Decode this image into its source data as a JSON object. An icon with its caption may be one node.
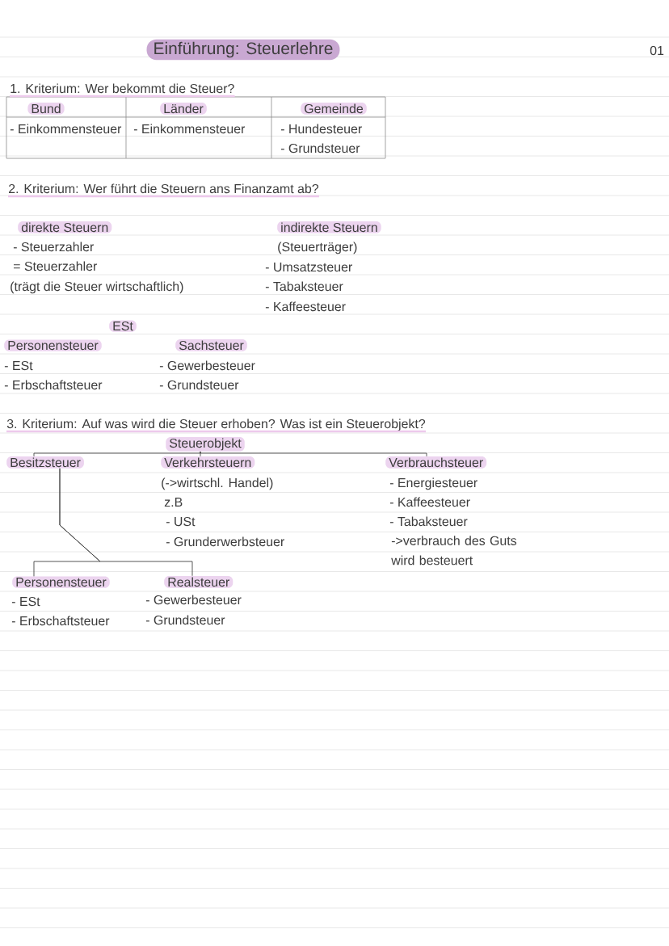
{
  "diagram": {
    "title": "Einführung: Steuerlehre",
    "nodes": [
      {
        "text": [
          "Bund"
        ]
      },
      {
        "text": [
          "Länder"
        ]
      },
      {
        "text": [
          "Gemeinde"
        ]
      },
      {
        "text": [
          "direkte Steuern"
        ],
        "beside": [
          "- Steuerzahler",
          "= Steuerzahler",
          "(trägt die Steuer wirtschaftlich)"
        ]
      },
      {
        "text": [
          "indirekte Steuern"
        ],
        "beside": [
          "(Steuerträger)",
          "- Umsatzsteuer",
          "- Tabaksteuer",
          "- Kaffeesteuer"
        ]
      },
      {
        "text": [
          "ESt"
        ]
      },
      {
        "text": [
          "Personensteuer"
        ],
        "beside": [
          "- ESt",
          "- Erbschaftsteuer"
        ]
      },
      {
        "text": [
          "Sachsteuer"
        ],
        "beside": [
          "- Gewerbesteuer",
          "- Grundsteuer"
        ]
      },
      {
        "text": [
          "Steuerobjekt"
        ]
      },
      {
        "text": [
          "Besitzsteuer"
        ]
      },
      {
        "text": [
          "Verkehrsteuern"
        ],
        "beside": [
          "(->wirtschl. Handel)",
          "z.B",
          "- USt",
          "- Grunderwerbsteuer"
        ]
      },
      {
        "text": [
          "Verbrauchsteuer"
        ],
        "beside": [
          "- Energiesteuer",
          "- Kaffeesteuer",
          "- Tabaksteuer",
          "->verbrauch des Guts wird besteuert"
        ]
      },
      {
        "text": [
          "Personensteuer"
        ],
        "beside": [
          "- ESt",
          "- Erbschaftsteuer"
        ]
      },
      {
        "text": [
          "Realsteuer"
        ],
        "beside": [
          "- Gewerbesteuer",
          "- Grundsteuer"
        ]
      }
    ],
    "edges": [
      {
        "from": 8,
        "to": 9,
        "arrow": "none"
      },
      {
        "from": 8,
        "to": 10,
        "arrow": "none"
      },
      {
        "from": 8,
        "to": 11,
        "arrow": "none"
      },
      {
        "from": 9,
        "to": 12,
        "arrow": "none"
      },
      {
        "from": 9,
        "to": 13,
        "arrow": "none"
      }
    ],
    "labels": [
      "01",
      "1. Kriterium: Wer bekommt die Steuer?",
      "- Einkommensteuer",
      "- Einkommensteuer",
      "- Hundesteuer",
      "- Grundsteuer",
      "2. Kriterium: Wer führt die Steuern ans Finanzamt ab?",
      "3. Kriterium: Auf was wird die Steuer erhoben? Was ist ein Steuerobjekt?"
    ]
  }
}
